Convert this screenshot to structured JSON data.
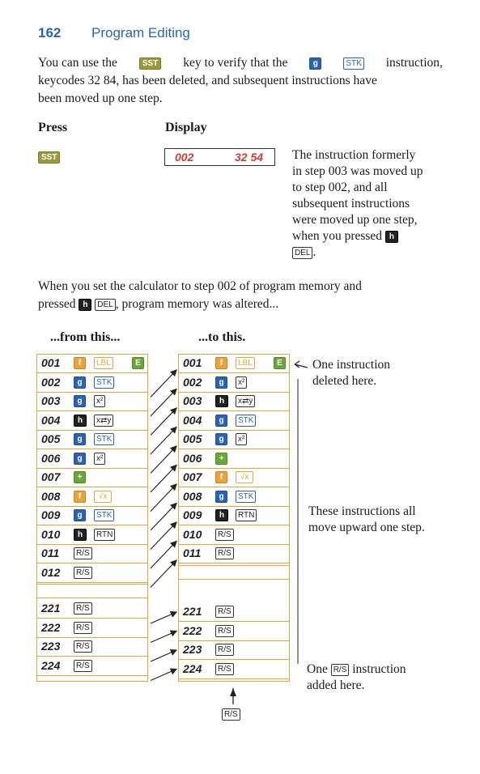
{
  "header": {
    "page_number": "162",
    "title": "Program Editing"
  },
  "intro": {
    "t1": "You can use the",
    "key_sst": "SST",
    "t2": "key to verify that the",
    "key_g": "g",
    "key_stk": "STK",
    "t3": "instruction,",
    "line2": "keycodes 32  84, has been deleted, and subsequent instructions have",
    "line3": "been moved up one step."
  },
  "columns": {
    "press": "Press",
    "display": "Display"
  },
  "press_key": "SST",
  "display": {
    "step": "002",
    "code": "32 54"
  },
  "explain": {
    "l1": "The instruction formerly",
    "l2": "in step 003 was moved up",
    "l3": "to step 002, and all",
    "l4": "subsequent instructions",
    "l5": "were moved up one step,",
    "l6": "when you pressed",
    "key_h": "h",
    "key_del": "DEL",
    "end": "."
  },
  "para2": {
    "l1": "When you set the calculator to step 002 of program memory and",
    "l2a": "pressed",
    "key_h": "h",
    "key_del": "DEL",
    "l2b": ", program memory was altered..."
  },
  "from_heading": "...from this...",
  "to_heading": "...to this.",
  "keys": {
    "f": "f",
    "g": "g",
    "h": "h",
    "plus": "+",
    "e": "E",
    "lbl": "LBL",
    "stk": "STK",
    "x2": "x²",
    "xy": "x⇄y",
    "rtn": "RTN",
    "rs": "R/S",
    "sqrt": "√x"
  },
  "from_rows": [
    "001",
    "002",
    "003",
    "004",
    "005",
    "006",
    "007",
    "008",
    "009",
    "010",
    "011",
    "012"
  ],
  "from_rows_bottom": [
    "221",
    "222",
    "223",
    "224"
  ],
  "to_rows": [
    "001",
    "002",
    "003",
    "004",
    "005",
    "006",
    "007",
    "008",
    "009",
    "010",
    "011"
  ],
  "to_rows_bottom": [
    "221",
    "222",
    "223",
    "224"
  ],
  "notes": {
    "deleted_1": "One instruction",
    "deleted_2": "deleted here.",
    "move_1": "These instructions all",
    "move_2": "move upward one step.",
    "added_1a": "One",
    "added_key": "R/S",
    "added_1b": "instruction",
    "added_2": "added here."
  },
  "bottom_key": "R/S"
}
